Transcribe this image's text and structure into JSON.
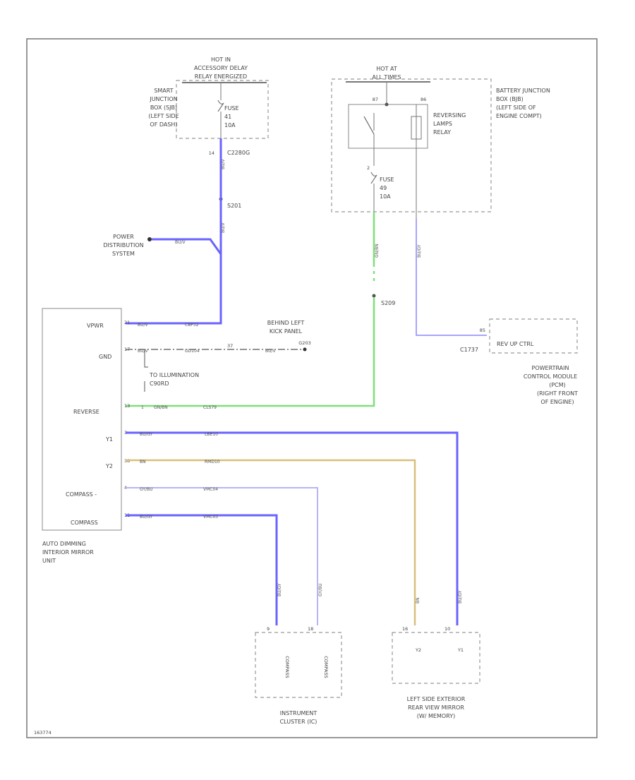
{
  "labels": {
    "hot_in_acc": "HOT IN",
    "accessory_delay": "ACCESSORY DELAY",
    "relay_energized": "RELAY ENERGIZED",
    "sjb1": "SMART",
    "sjb2": "JUNCTION",
    "sjb3": "BOX (SJB)",
    "sjb4": "(LEFT SIDE",
    "sjb5": "OF DASH)",
    "fuse1_a": "FUSE",
    "fuse1_b": "41",
    "fuse1_c": "10A",
    "conn_c2280g": "C2280G",
    "splice_s201": "S201",
    "pds1": "POWER",
    "pds2": "DISTRIBUTION",
    "pds3": "SYSTEM",
    "hot_at_all": "HOT AT",
    "all_times": "ALL TIMES",
    "bjb1": "BATTERY JUNCTION",
    "bjb2": "BOX (BJB)",
    "bjb3": "(LEFT SIDE OF",
    "bjb4": "ENGINE COMPT)",
    "rev1": "REVERSING",
    "rev2": "LAMPS",
    "rev3": "RELAY",
    "fuse2_a": "FUSE",
    "fuse2_b": "49",
    "fuse2_c": "10A",
    "splice_s209": "S209",
    "behind1": "BEHIND LEFT",
    "behind2": "KICK PANEL",
    "g203": "G203",
    "illum1": "TO ILLUMINATION",
    "illum2": "C90RD",
    "pin_vpwr": "VPWR",
    "pin_gnd": "GND",
    "pin_reverse": "REVERSE",
    "pin_y1": "Y1",
    "pin_y2": "Y2",
    "pin_comp_minus": "COMPASS -",
    "pin_comp_plus": "COMPASS",
    "mirror1": "AUTO DIMMING",
    "mirror2": "INTERIOR MIRROR",
    "mirror3": "UNIT",
    "c1737": "C1737",
    "rev_up": "REV UP CTRL",
    "pcm1": "POWERTRAIN",
    "pcm2": "CONTROL MODULE",
    "pcm3": "(PCM)",
    "pcm4": "(RIGHT FRONT",
    "pcm5": "OF ENGINE)",
    "ic_comp1": "COMPASS",
    "ic_comp2": "COMPASS",
    "ic1": "INSTRUMENT",
    "ic2": "CLUSTER (IC)",
    "lm_y2": "Y2",
    "lm_y1": "Y1",
    "lm1": "LEFT SIDE EXTERIOR",
    "lm2": "REAR VIEW MIRROR",
    "lm3": "(W/ MEMORY)",
    "code": "163774"
  },
  "wires": {
    "vpwr_a": "BU/V",
    "vpwr_b": "CBP32",
    "gnd_a": "BU/V",
    "gnd_b": "GD104",
    "gnd_c": "BU/V",
    "rev_a": "GN/BN",
    "rev_b": "CLS79",
    "y1_a": "BU/GY",
    "y1_b": "LBE10",
    "y2_a": "BN",
    "y2_b": "RMD10",
    "cm_a": "GY/BU",
    "cm_b": "VMC04",
    "cp_a": "BU/GY",
    "cp_b": "VMC05",
    "pds_wire": "BU/V",
    "green_v": "GN/BN",
    "rev_v": "BU/GY",
    "v1": "BU/V",
    "v2": "BU/V",
    "ic_w1": "BU/GY",
    "ic_w2": "GY/BU",
    "lm_w1": "BN",
    "lm_w2": "BU/GY"
  },
  "pins": {
    "p1": "14",
    "p2": "21",
    "p3": "17",
    "p4": "13",
    "p5": "3",
    "p6": "38",
    "p7": "4",
    "p8": "11",
    "p9": "37",
    "p10": "1",
    "p11": "9",
    "p12": "18",
    "p13": "16",
    "p14": "10",
    "p15": "2",
    "p16": "87",
    "p17": "86",
    "p18": "85"
  },
  "colors": {
    "blue": "#6a63ff",
    "green": "#7de07a",
    "tan": "#d8c07a",
    "lavender": "#b8b5f5"
  }
}
